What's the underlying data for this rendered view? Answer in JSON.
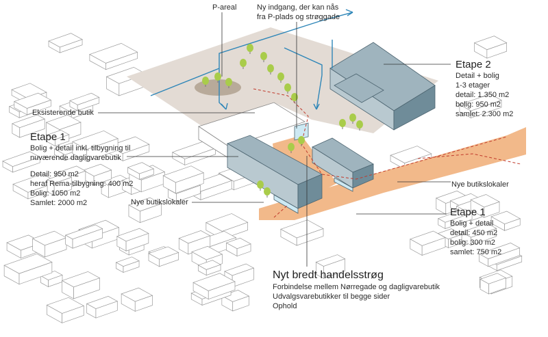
{
  "colors": {
    "parking_area": "#e3dbd4",
    "street": "#f2b98a",
    "new_building": "#9fb4be",
    "new_building_dark": "#6f8c99",
    "glass": "#cde9f3",
    "route": "#2e86b8",
    "path": "#c0392b",
    "tree": "#a9cc4a"
  },
  "labels": {
    "p_areal": "P-areal",
    "ny_indgang": [
      "Ny indgang, der kan nås",
      "fra P-plads og strøggade"
    ],
    "eksisterende_butik": "Eksisterende butik",
    "nye_butikslokaler_left": "Nye butikslokaler",
    "nye_butikslokaler_right": "Nye butikslokaler"
  },
  "etape1_left": {
    "title": "Etape 1",
    "lines": [
      "Bolig + detail inkl. tilbygning til",
      "nuværende dagligvarebutik"
    ],
    "stats": [
      "Detail: 950 m2",
      "heraf Rema-tilbygning: 400 m2",
      "Bolig: 1050 m2",
      "Samlet: 2000 m2"
    ]
  },
  "etape2": {
    "title": "Etape 2",
    "lines": [
      "Detail + bolig",
      "1-3 etager",
      "detail: 1.350 m2",
      "bolig: 950 m2",
      "samlet: 2.300 m2"
    ]
  },
  "etape1_right": {
    "title": "Etape 1",
    "lines": [
      "Bolig + detail",
      "detail: 450 m2",
      "bolig: 300 m2",
      "samlet: 750 m2"
    ]
  },
  "handelsstroeg": {
    "title": "Nyt bredt handelsstrøg",
    "lines": [
      "Forbindelse mellem Nørregade og dagligvarebutik",
      "Udvalgsvarebutikker til begge sider",
      "Ophold"
    ]
  }
}
